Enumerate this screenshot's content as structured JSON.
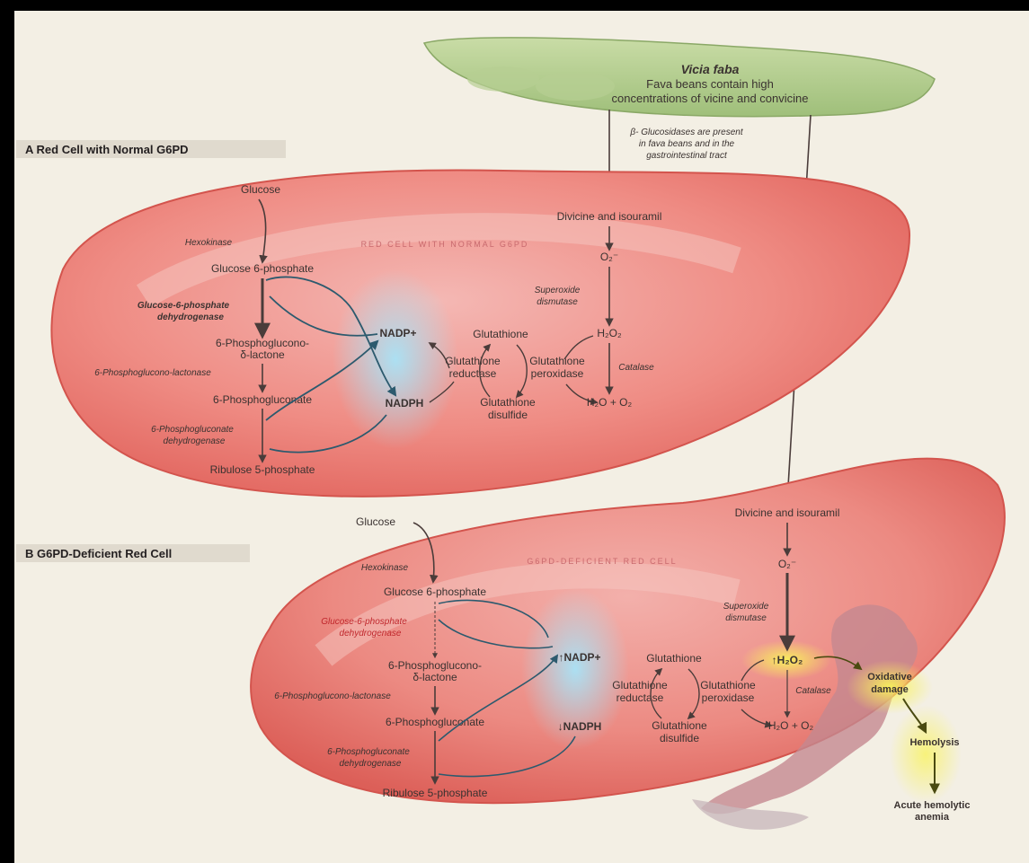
{
  "bean": {
    "species": "Vicia faba",
    "line1": "Fava beans contain high",
    "line2": "concentrations of vicine and convicine",
    "gluco1": "β- Glucosidases are present",
    "gluco2": "in fava beans and in the",
    "gluco3": "gastrointestinal tract"
  },
  "panel_a": {
    "heading": "A  Red Cell with Normal G6PD",
    "watermark": "RED CELL WITH NORMAL G6PD",
    "glucose": "Glucose",
    "hexokinase": "Hexokinase",
    "g6p": "Glucose 6-phosphate",
    "g6pd1": "Glucose-6-phosphate",
    "g6pd2": "dehydrogenase",
    "lactone1": "6-Phosphoglucono-",
    "lactone2": "δ-lactone",
    "lactonase": "6-Phosphoglucono-lactonase",
    "pg": "6-Phosphogluconate",
    "pgd1": "6-Phosphogluconate",
    "pgd2": "dehydrogenase",
    "ribulose": "Ribulose 5-phosphate",
    "nadp": "NADP+",
    "nadph": "NADPH",
    "glutathione": "Glutathione",
    "reductase1": "Glutathione",
    "reductase2": "reductase",
    "peroxidase1": "Glutathione",
    "peroxidase2": "peroxidase",
    "disulfide1": "Glutathione",
    "disulfide2": "disulfide",
    "divicine": "Divicine and isouramil",
    "superoxide": "O₂⁻",
    "sod1": "Superoxide",
    "sod2": "dismutase",
    "h2o2": "H₂O₂",
    "catalase": "Catalase",
    "water": "H₂O + O₂"
  },
  "panel_b": {
    "heading": "B  G6PD-Deficient Red Cell",
    "watermark": "G6PD-DEFICIENT RED CELL",
    "glucose": "Glucose",
    "hexokinase": "Hexokinase",
    "g6p": "Glucose 6-phosphate",
    "g6pd1": "Glucose-6-phosphate",
    "g6pd2": "dehydrogenase",
    "lactone1": "6-Phosphoglucono-",
    "lactone2": "δ-lactone",
    "lactonase": "6-Phosphoglucono-lactonase",
    "pg": "6-Phosphogluconate",
    "pgd1": "6-Phosphogluconate",
    "pgd2": "dehydrogenase",
    "ribulose": "Ribulose 5-phosphate",
    "nadp": "↑NADP+",
    "nadph": "↓NADPH",
    "glutathione": "Glutathione",
    "reductase1": "Glutathione",
    "reductase2": "reductase",
    "peroxidase1": "Glutathione",
    "peroxidase2": "peroxidase",
    "disulfide1": "Glutathione",
    "disulfide2": "disulfide",
    "divicine": "Divicine and isouramil",
    "superoxide": "O₂⁻",
    "sod1": "Superoxide",
    "sod2": "dismutase",
    "h2o2": "↑H₂O₂",
    "catalase": "Catalase",
    "water": "H₂O + O₂",
    "oxidative1": "Oxidative",
    "oxidative2": "damage",
    "hemolysis": "Hemolysis",
    "anemia1": "Acute hemolytic",
    "anemia2": "anemia"
  }
}
